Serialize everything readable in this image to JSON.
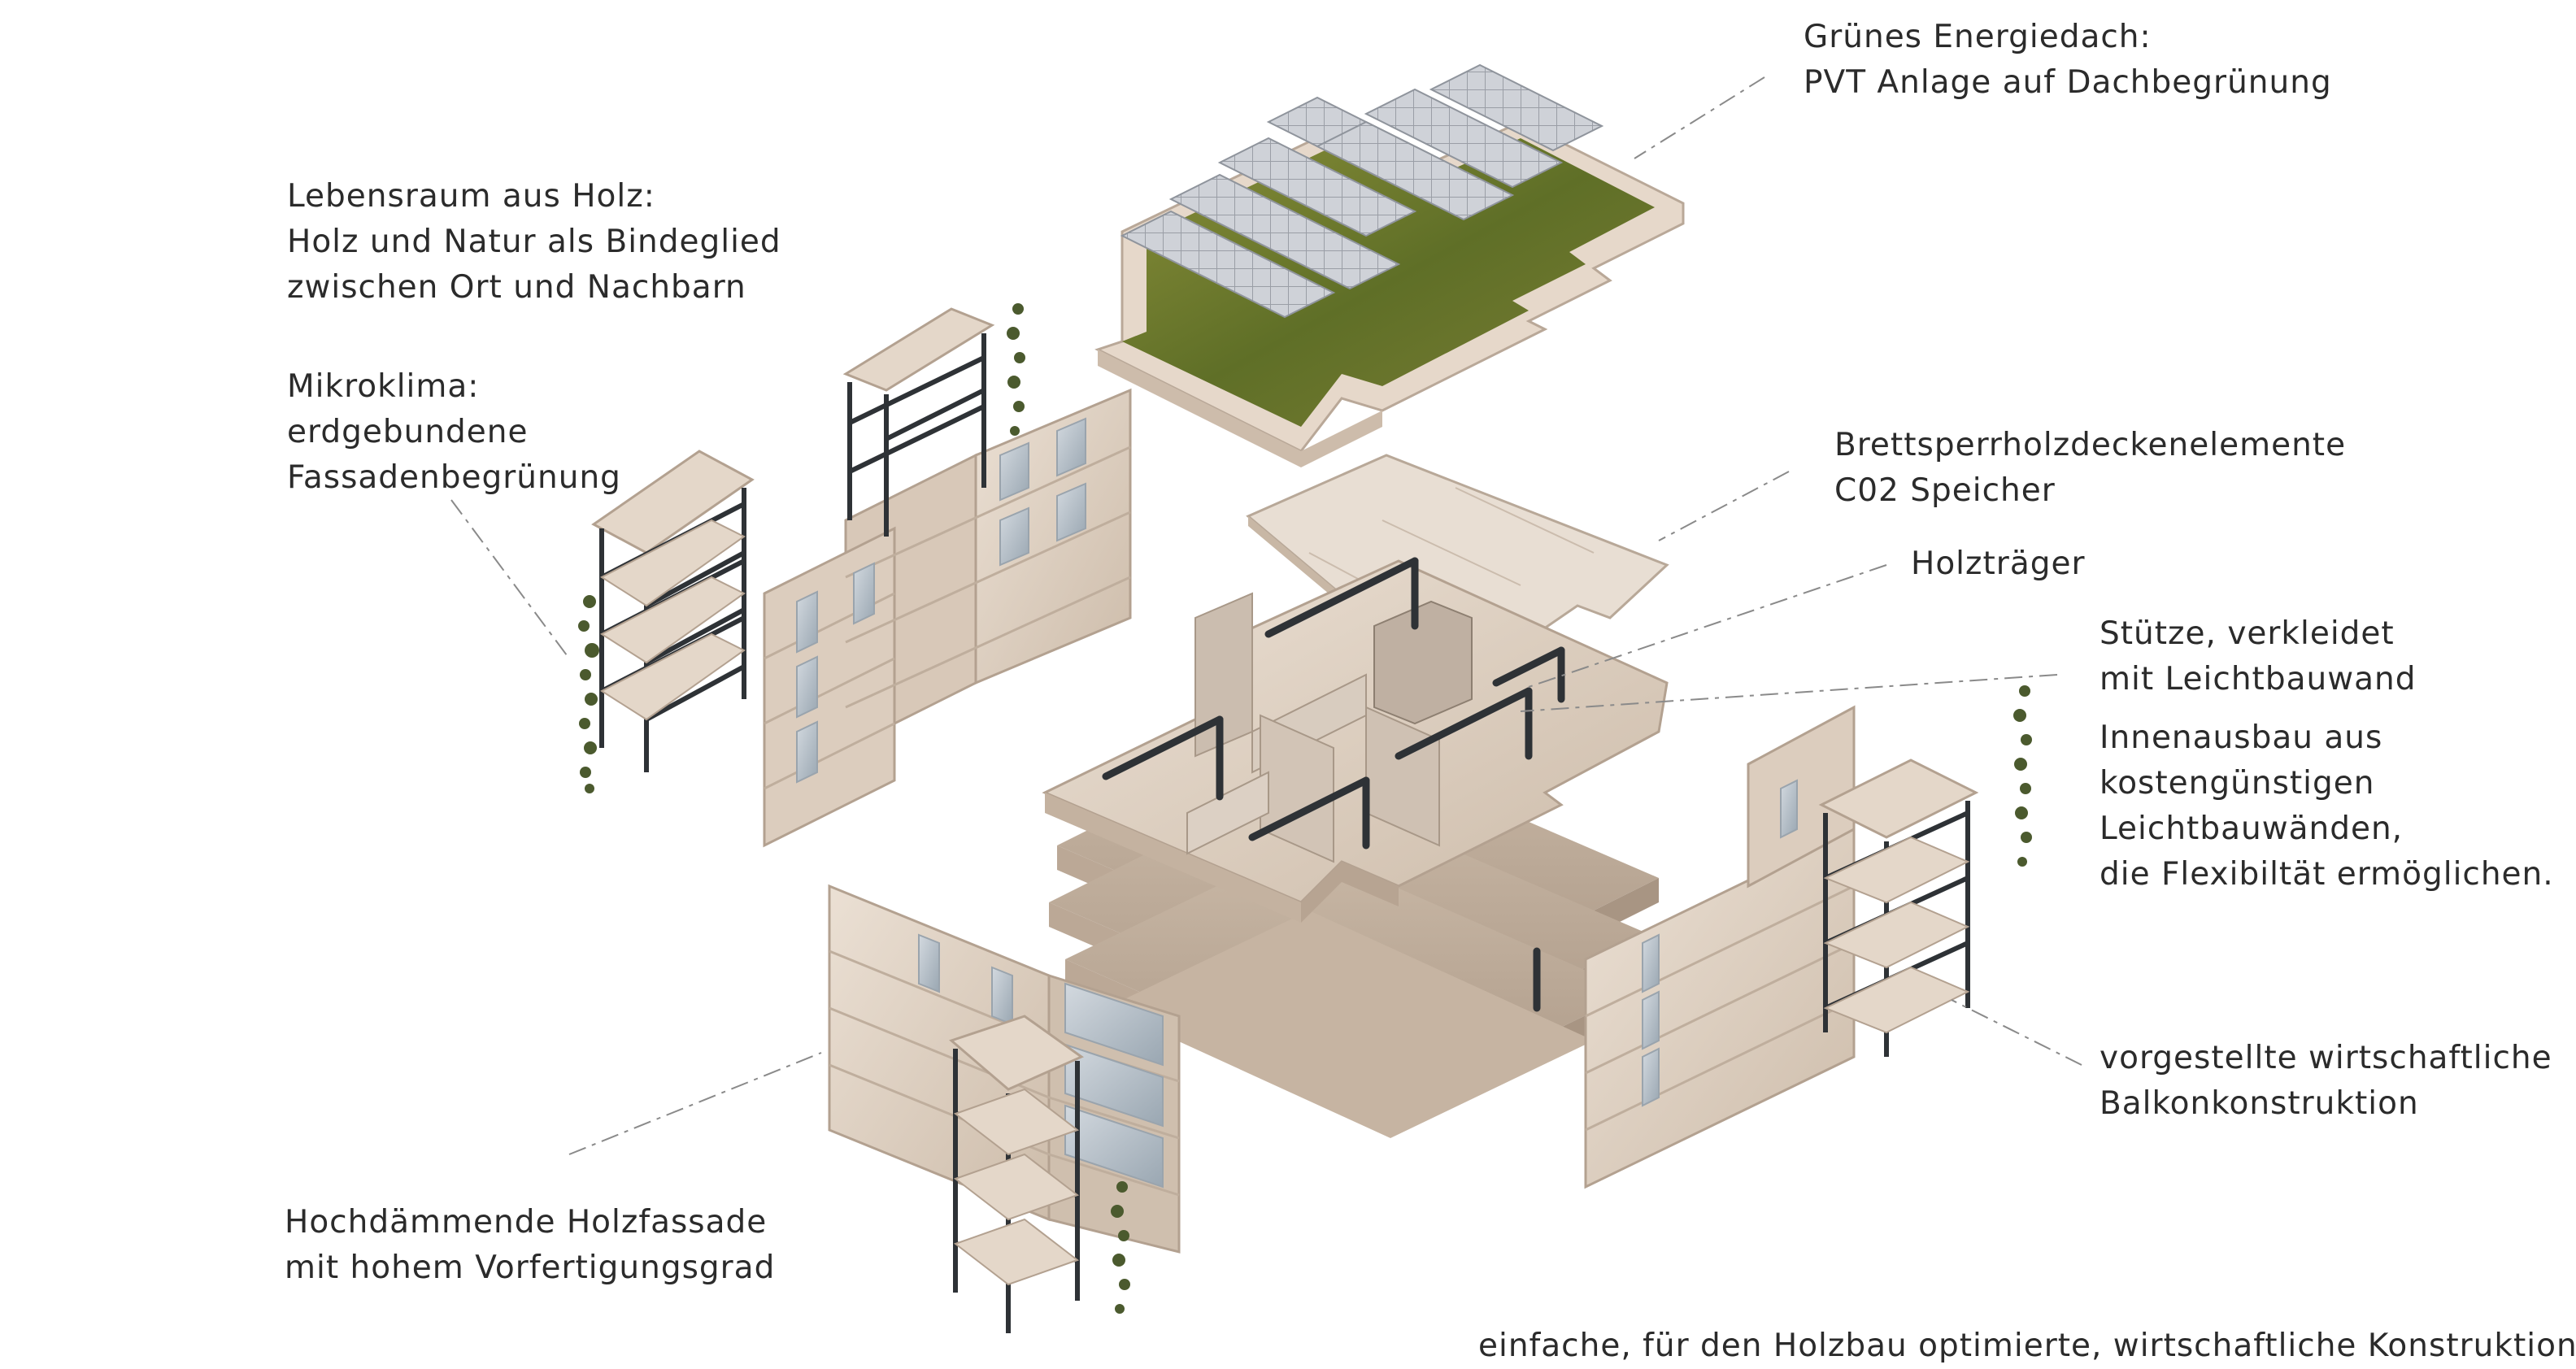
{
  "annotations": {
    "roof": {
      "line1": "Grünes Energiedach:",
      "line2": "PVT  Anlage auf Dachbegrünung"
    },
    "wood_living": {
      "line1": "Lebensraum aus Holz:",
      "line2": "Holz und Natur als Bindeglied",
      "line3": "zwischen Ort und Nachbarn"
    },
    "microclimate": {
      "line1": "Mikroklima:",
      "line2": "erdgebundene",
      "line3": "Fassadenbegrünung"
    },
    "clt_slabs": {
      "line1": "Brettsperrholzdeckenelemente",
      "line2": "C02 Speicher"
    },
    "beams": {
      "line1": "Holzträger"
    },
    "columns": {
      "line1": "Stütze, verkleidet",
      "line2": "mit Leichtbauwand"
    },
    "interior": {
      "line1": "Innenausbau aus",
      "line2": "kostengünstigen",
      "line3": "Leichtbauwänden,",
      "line4": "die Flexibiltät ermöglichen."
    },
    "balcony": {
      "line1": "vorgestellte wirtschaftliche",
      "line2": "Balkonkonstruktion"
    },
    "facade": {
      "line1": "Hochdämmende Holzfassade",
      "line2": "mit hohem Vorfertigungsgrad"
    },
    "construction": {
      "line1": "einfache, für den Holzbau optimierte, wirtschaftliche Konstruktion"
    }
  },
  "colors": {
    "wood_light": "#e3d6c8",
    "wood_mid": "#d2c2b1",
    "wood_dark": "#b8a696",
    "steel": "#2e3236",
    "green_roof": "#6b7a2e",
    "pv_panel": "#c9ccd2",
    "glass": "#b9c3cc",
    "ivy": "#4b5a2e"
  }
}
